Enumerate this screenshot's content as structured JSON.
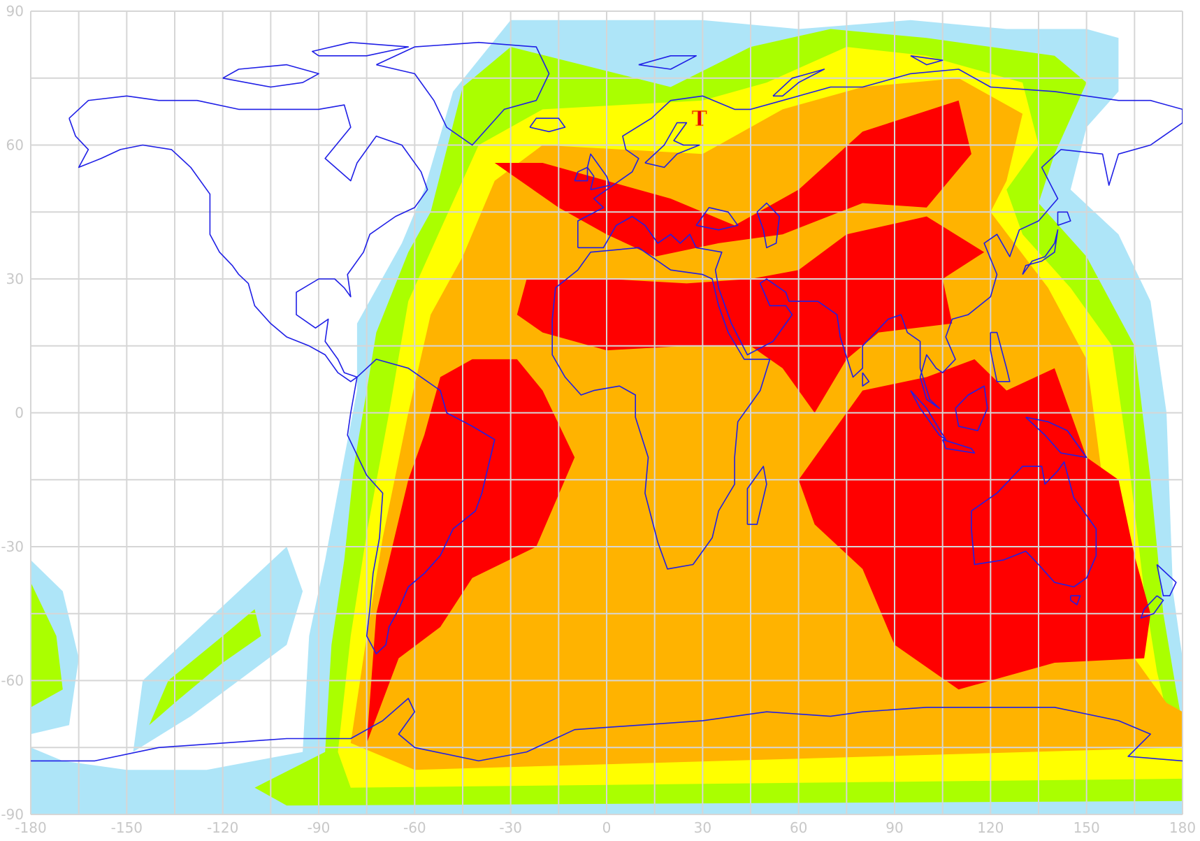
{
  "map": {
    "x_ticks": [
      "-180",
      "-150",
      "-120",
      "-90",
      "-60",
      "-30",
      "0",
      "30",
      "60",
      "90",
      "120",
      "150",
      "180"
    ],
    "y_ticks": [
      "90",
      "60",
      "30",
      "0",
      "-30",
      "-60",
      "-90"
    ],
    "x_range": [
      -180,
      180
    ],
    "y_range": [
      -90,
      90
    ],
    "grid": true,
    "grid_step_minor": 15,
    "transmitter_label": "T",
    "transmitter_location": {
      "lon": 29,
      "lat": 66
    },
    "coastline_color": "#1f1fe6",
    "zone_colors": {
      "level_1": "#aee5f8",
      "level_2": "#aaff00",
      "level_3": "#ffff00",
      "level_4": "#ffb300",
      "level_5": "#ff0000"
    }
  },
  "chart_data": {
    "type": "heatmap",
    "title": "",
    "xlabel": "",
    "ylabel": "",
    "xlim": [
      -180,
      180
    ],
    "ylim": [
      -90,
      90
    ],
    "x_ticks": [
      -180,
      -150,
      -120,
      -90,
      -60,
      -30,
      0,
      30,
      60,
      90,
      120,
      150,
      180
    ],
    "y_ticks": [
      90,
      60,
      30,
      0,
      -30,
      -60,
      -90
    ],
    "grid": true,
    "levels": [
      {
        "level": 1,
        "color": "#aee5f8"
      },
      {
        "level": 2,
        "color": "#aaff00"
      },
      {
        "level": 3,
        "color": "#ffff00"
      },
      {
        "level": 4,
        "color": "#ffb300"
      },
      {
        "level": 5,
        "color": "#ff0000"
      }
    ],
    "zones": [
      {
        "level": 1,
        "polygon": [
          [
            -95,
            -76
          ],
          [
            -93,
            -50
          ],
          [
            -88,
            -33
          ],
          [
            -82,
            -10
          ],
          [
            -78,
            5
          ],
          [
            -78,
            20
          ],
          [
            -64,
            38
          ],
          [
            -57,
            50
          ],
          [
            -48,
            72
          ],
          [
            -30,
            88
          ],
          [
            30,
            88
          ],
          [
            60,
            86
          ],
          [
            95,
            88
          ],
          [
            125,
            86
          ],
          [
            150,
            86
          ],
          [
            160,
            84
          ],
          [
            160,
            72
          ],
          [
            150,
            64
          ],
          [
            145,
            50
          ],
          [
            160,
            40
          ],
          [
            170,
            25
          ],
          [
            175,
            0
          ],
          [
            177,
            -40
          ],
          [
            180,
            -55
          ],
          [
            180,
            -90
          ],
          [
            -180,
            -90
          ],
          [
            -180,
            -75
          ],
          [
            -170,
            -78
          ],
          [
            -150,
            -80
          ],
          [
            -125,
            -80
          ],
          [
            -110,
            -78
          ]
        ]
      },
      {
        "level": 1,
        "polygon": [
          [
            -180,
            -33
          ],
          [
            -170,
            -40
          ],
          [
            -165,
            -55
          ],
          [
            -168,
            -70
          ],
          [
            -180,
            -72
          ]
        ]
      },
      {
        "level": 1,
        "polygon": [
          [
            -148,
            -76
          ],
          [
            -145,
            -60
          ],
          [
            -130,
            -50
          ],
          [
            -115,
            -40
          ],
          [
            -100,
            -30
          ],
          [
            -95,
            -40
          ],
          [
            -100,
            -52
          ],
          [
            -115,
            -60
          ],
          [
            -130,
            -68
          ]
        ]
      },
      {
        "level": 2,
        "polygon": [
          [
            -88,
            -76
          ],
          [
            -86,
            -52
          ],
          [
            -82,
            -33
          ],
          [
            -79,
            -12
          ],
          [
            -75,
            5
          ],
          [
            -72,
            18
          ],
          [
            -62,
            36
          ],
          [
            -55,
            45
          ],
          [
            -45,
            73
          ],
          [
            -30,
            82
          ],
          [
            20,
            73
          ],
          [
            45,
            82
          ],
          [
            70,
            86
          ],
          [
            100,
            84
          ],
          [
            140,
            80
          ],
          [
            150,
            74
          ],
          [
            140,
            58
          ],
          [
            135,
            47
          ],
          [
            150,
            35
          ],
          [
            165,
            15
          ],
          [
            170,
            -15
          ],
          [
            174,
            -45
          ],
          [
            178,
            -62
          ],
          [
            180,
            -70
          ],
          [
            180,
            -87
          ],
          [
            -100,
            -88
          ],
          [
            -110,
            -84
          ]
        ]
      },
      {
        "level": 2,
        "polygon": [
          [
            -180,
            -38
          ],
          [
            -172,
            -50
          ],
          [
            -170,
            -62
          ],
          [
            -180,
            -66
          ]
        ]
      },
      {
        "level": 2,
        "polygon": [
          [
            -143,
            -70
          ],
          [
            -137,
            -60
          ],
          [
            -120,
            -50
          ],
          [
            -110,
            -44
          ],
          [
            -108,
            -50
          ],
          [
            -120,
            -56
          ],
          [
            -135,
            -65
          ]
        ]
      },
      {
        "level": 3,
        "polygon": [
          [
            -84,
            -76
          ],
          [
            -80,
            -50
          ],
          [
            -75,
            -27
          ],
          [
            -68,
            0
          ],
          [
            -62,
            25
          ],
          [
            -52,
            41
          ],
          [
            -40,
            60
          ],
          [
            -20,
            68
          ],
          [
            30,
            70
          ],
          [
            50,
            74
          ],
          [
            75,
            82
          ],
          [
            100,
            80
          ],
          [
            130,
            74
          ],
          [
            135,
            60
          ],
          [
            125,
            50
          ],
          [
            130,
            40
          ],
          [
            145,
            28
          ],
          [
            158,
            15
          ],
          [
            163,
            -10
          ],
          [
            168,
            -40
          ],
          [
            172,
            -58
          ],
          [
            175,
            -67
          ],
          [
            180,
            -72
          ],
          [
            180,
            -82
          ],
          [
            -80,
            -84
          ]
        ]
      },
      {
        "level": 4,
        "polygon": [
          [
            -80,
            -74
          ],
          [
            -75,
            -50
          ],
          [
            -70,
            -28
          ],
          [
            -62,
            0
          ],
          [
            -55,
            22
          ],
          [
            -45,
            35
          ],
          [
            -35,
            52
          ],
          [
            -20,
            60
          ],
          [
            30,
            58
          ],
          [
            55,
            68
          ],
          [
            80,
            73
          ],
          [
            110,
            75
          ],
          [
            130,
            67
          ],
          [
            125,
            52
          ],
          [
            120,
            45
          ],
          [
            138,
            28
          ],
          [
            150,
            12
          ],
          [
            155,
            -15
          ],
          [
            160,
            -40
          ],
          [
            165,
            -55
          ],
          [
            175,
            -65
          ],
          [
            180,
            -67
          ],
          [
            180,
            -75
          ],
          [
            -60,
            -80
          ]
        ]
      },
      {
        "level": 5,
        "polygon": [
          [
            -75,
            -74
          ],
          [
            -72,
            -45
          ],
          [
            -62,
            -15
          ],
          [
            -57,
            -5
          ],
          [
            -52,
            8
          ],
          [
            -42,
            12
          ],
          [
            -28,
            12
          ],
          [
            -20,
            5
          ],
          [
            -10,
            -10
          ],
          [
            -22,
            -30
          ],
          [
            -42,
            -37
          ],
          [
            -52,
            -48
          ],
          [
            -65,
            -55
          ]
        ]
      },
      {
        "level": 5,
        "polygon": [
          [
            -35,
            56
          ],
          [
            -20,
            56
          ],
          [
            0,
            52
          ],
          [
            20,
            48
          ],
          [
            40,
            42
          ],
          [
            60,
            50
          ],
          [
            80,
            63
          ],
          [
            110,
            70
          ],
          [
            114,
            58
          ],
          [
            100,
            46
          ],
          [
            80,
            47
          ],
          [
            55,
            40
          ],
          [
            35,
            38
          ],
          [
            15,
            35
          ],
          [
            0,
            40
          ],
          [
            -15,
            46
          ]
        ]
      },
      {
        "level": 5,
        "polygon": [
          [
            -28,
            22
          ],
          [
            -25,
            30
          ],
          [
            0,
            30
          ],
          [
            25,
            29
          ],
          [
            45,
            30
          ],
          [
            60,
            32
          ],
          [
            75,
            40
          ],
          [
            100,
            44
          ],
          [
            118,
            36
          ],
          [
            105,
            30
          ],
          [
            108,
            20
          ],
          [
            85,
            18
          ],
          [
            75,
            12
          ],
          [
            65,
            0
          ],
          [
            55,
            10
          ],
          [
            45,
            15
          ],
          [
            25,
            15
          ],
          [
            0,
            14
          ],
          [
            -20,
            18
          ]
        ]
      },
      {
        "level": 5,
        "polygon": [
          [
            60,
            -15
          ],
          [
            70,
            -5
          ],
          [
            80,
            5
          ],
          [
            100,
            8
          ],
          [
            115,
            12
          ],
          [
            125,
            5
          ],
          [
            140,
            10
          ],
          [
            145,
            0
          ],
          [
            150,
            -10
          ],
          [
            160,
            -15
          ],
          [
            165,
            -32
          ],
          [
            170,
            -45
          ],
          [
            168,
            -55
          ],
          [
            140,
            -56
          ],
          [
            110,
            -62
          ],
          [
            90,
            -52
          ],
          [
            80,
            -35
          ],
          [
            65,
            -25
          ]
        ]
      }
    ],
    "transmitter": {
      "label": "T",
      "lon": 29,
      "lat": 66
    }
  }
}
